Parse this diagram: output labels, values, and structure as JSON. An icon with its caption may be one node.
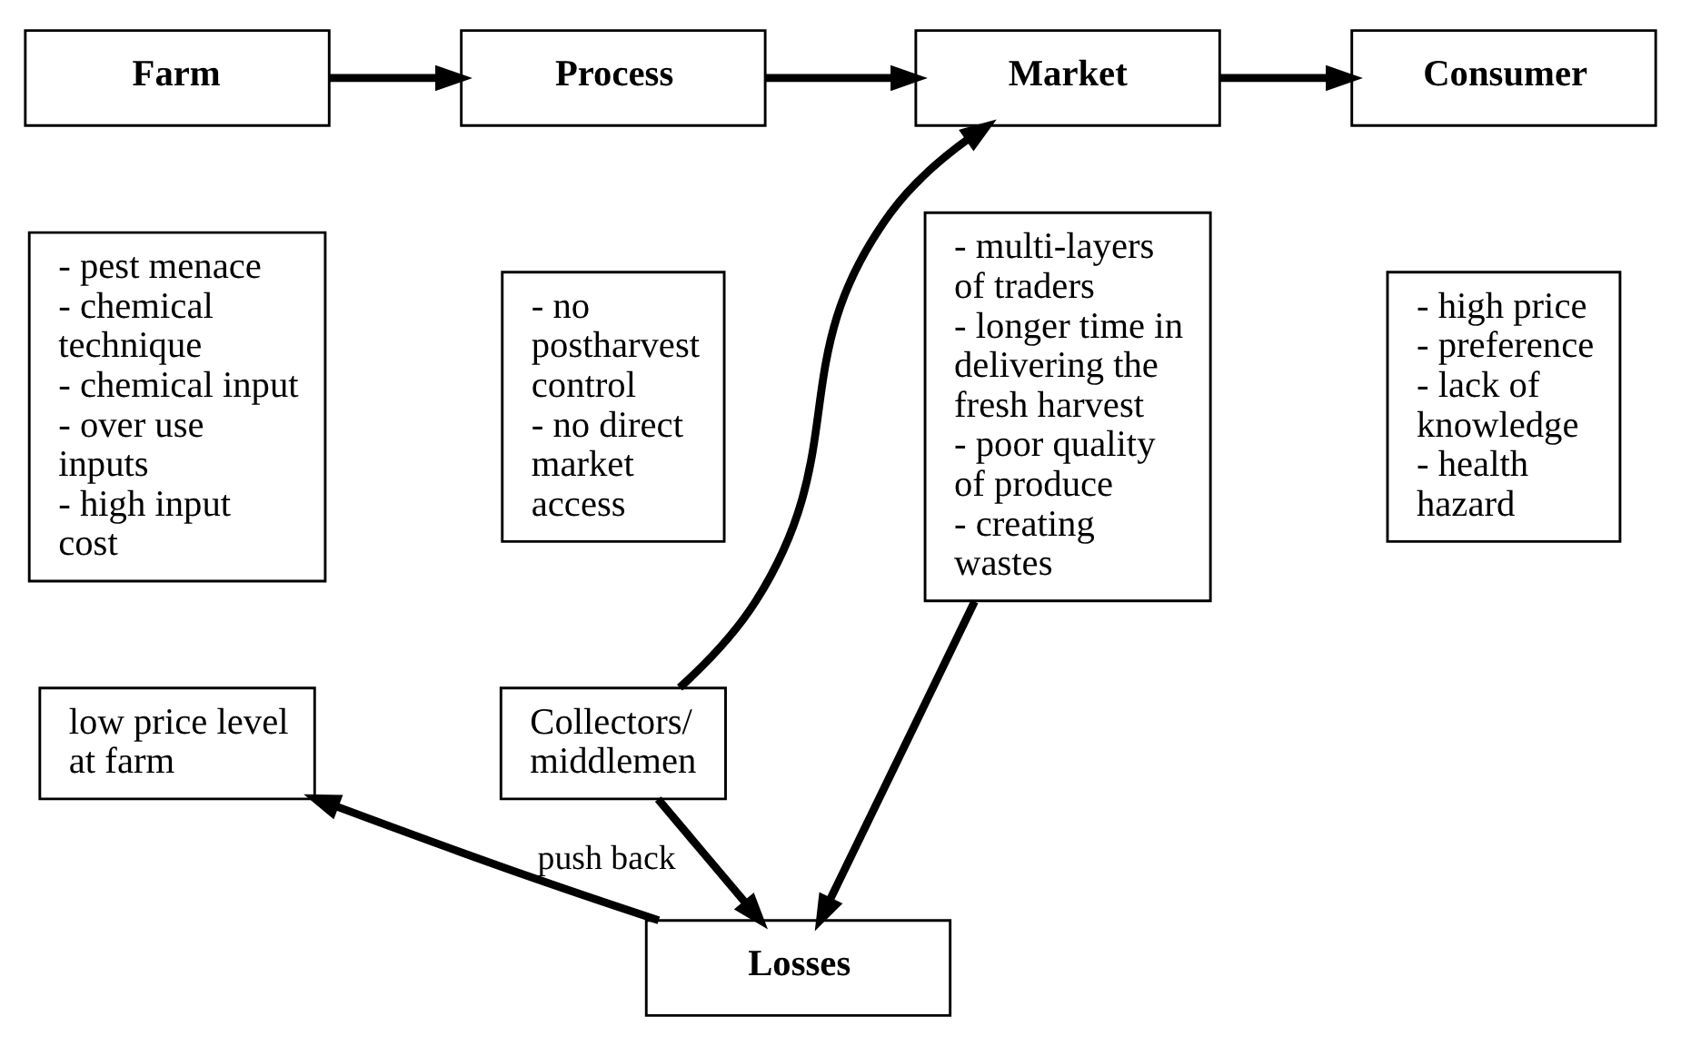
{
  "diagram": {
    "nodes": [
      {
        "text": [
          "Farm"
        ]
      },
      {
        "text": [
          "Process"
        ]
      },
      {
        "text": [
          "Market"
        ]
      },
      {
        "text": [
          "Consumer"
        ]
      },
      {
        "text": [
          "- pest menace",
          "- chemical technique",
          "- chemical input",
          "- over use inputs",
          "- high input cost"
        ]
      },
      {
        "text": [
          "- no postharvest control",
          "- no direct market access"
        ]
      },
      {
        "text": [
          "- multi-layers of traders",
          "- longer time in delivering the fresh harvest",
          "- poor quality of produce",
          "- creating wastes"
        ]
      },
      {
        "text": [
          "- high price",
          "- preference",
          "- lack of knowledge",
          "- health hazard"
        ]
      },
      {
        "text": [
          "low price level at farm"
        ]
      },
      {
        "text": [
          "Collectors/ middlemen"
        ]
      },
      {
        "text": [
          "Losses"
        ]
      }
    ],
    "edges": [
      {
        "from": 0,
        "to": 1,
        "arrow": "to"
      },
      {
        "from": 1,
        "to": 2,
        "arrow": "to"
      },
      {
        "from": 2,
        "to": 3,
        "arrow": "to"
      },
      {
        "from": 9,
        "to": 2,
        "arrow": "to"
      },
      {
        "from": 9,
        "to": 10,
        "arrow": "to"
      },
      {
        "from": 6,
        "to": 10,
        "arrow": "to"
      },
      {
        "from": 10,
        "to": 8,
        "arrow": "to",
        "label": "push back"
      }
    ]
  }
}
